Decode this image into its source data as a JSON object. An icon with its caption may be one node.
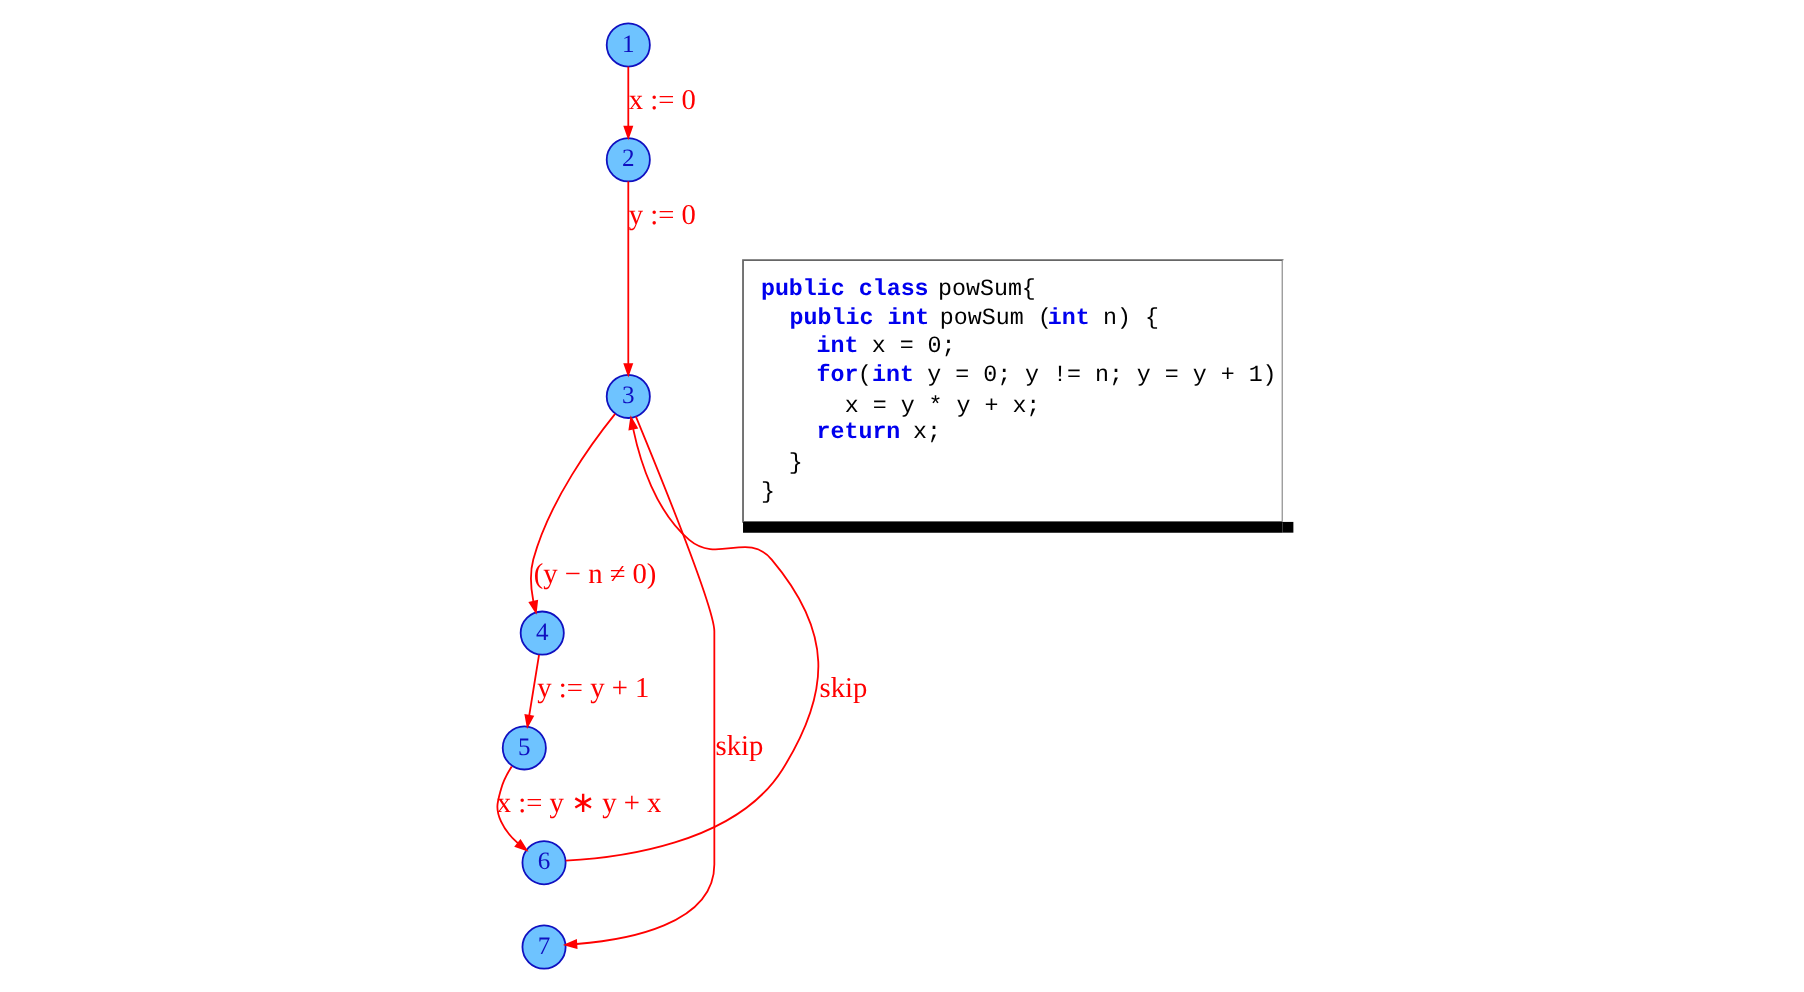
{
  "diagram": {
    "nodes": [
      {
        "text": [
          "1"
        ]
      },
      {
        "text": [
          "2"
        ]
      },
      {
        "text": [
          "3"
        ]
      },
      {
        "text": [
          "4"
        ]
      },
      {
        "text": [
          "5"
        ]
      },
      {
        "text": [
          "6"
        ]
      },
      {
        "text": [
          "7"
        ]
      },
      {
        "text": [
          "**public class** powSum{",
          "  **public int** powSum (**int** n) {",
          "    **int** x = 0;",
          "    **for**(**int** y = 0; y != n; y = y + 1)",
          "      x = y * y + x;",
          "    **return** x;",
          "  }",
          "}"
        ]
      }
    ],
    "edges": [
      {
        "from": 0,
        "to": 1,
        "arrow": "to",
        "label": "x := 0"
      },
      {
        "from": 1,
        "to": 2,
        "arrow": "to",
        "label": "y := 0"
      },
      {
        "from": 2,
        "to": 3,
        "arrow": "to",
        "label": "(y − n ≠ 0)"
      },
      {
        "from": 3,
        "to": 4,
        "arrow": "to",
        "label": "y := y + 1"
      },
      {
        "from": 4,
        "to": 5,
        "arrow": "to",
        "label": "x := y ∗ y + x"
      },
      {
        "from": 5,
        "to": 2,
        "arrow": "to",
        "label": "skip"
      },
      {
        "from": 2,
        "to": 6,
        "arrow": "to",
        "label": "skip"
      }
    ]
  }
}
